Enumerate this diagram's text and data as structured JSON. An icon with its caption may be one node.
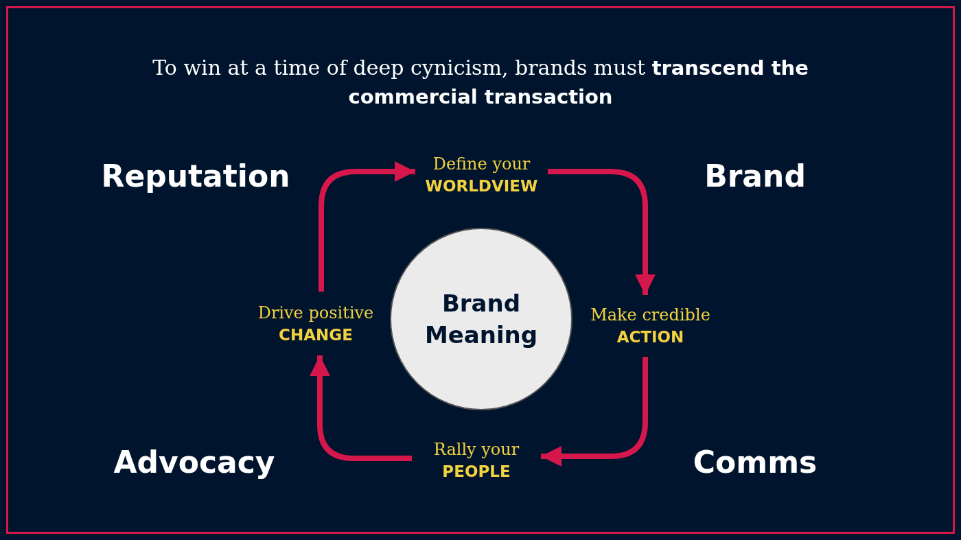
{
  "diagram": {
    "title": "To win at a time of deep cynicism, brands must **transcend the commercial transaction**",
    "nodes": [
      {
        "text": [
          "Define your",
          "WORLDVIEW"
        ]
      },
      {
        "text": [
          "Make credible",
          "ACTION"
        ]
      },
      {
        "text": [
          "Rally your",
          "PEOPLE"
        ]
      },
      {
        "text": [
          "Drive positive",
          "CHANGE"
        ]
      },
      {
        "text": [
          "Brand Meaning"
        ]
      }
    ],
    "edges": [
      {
        "from": 0,
        "to": 1,
        "arrow": "to"
      },
      {
        "from": 1,
        "to": 2,
        "arrow": "to"
      },
      {
        "from": 2,
        "to": 3,
        "arrow": "to"
      },
      {
        "from": 3,
        "to": 0,
        "arrow": "to"
      }
    ],
    "labels": [
      "Reputation",
      "Brand",
      "Advocacy",
      "Comms"
    ]
  }
}
